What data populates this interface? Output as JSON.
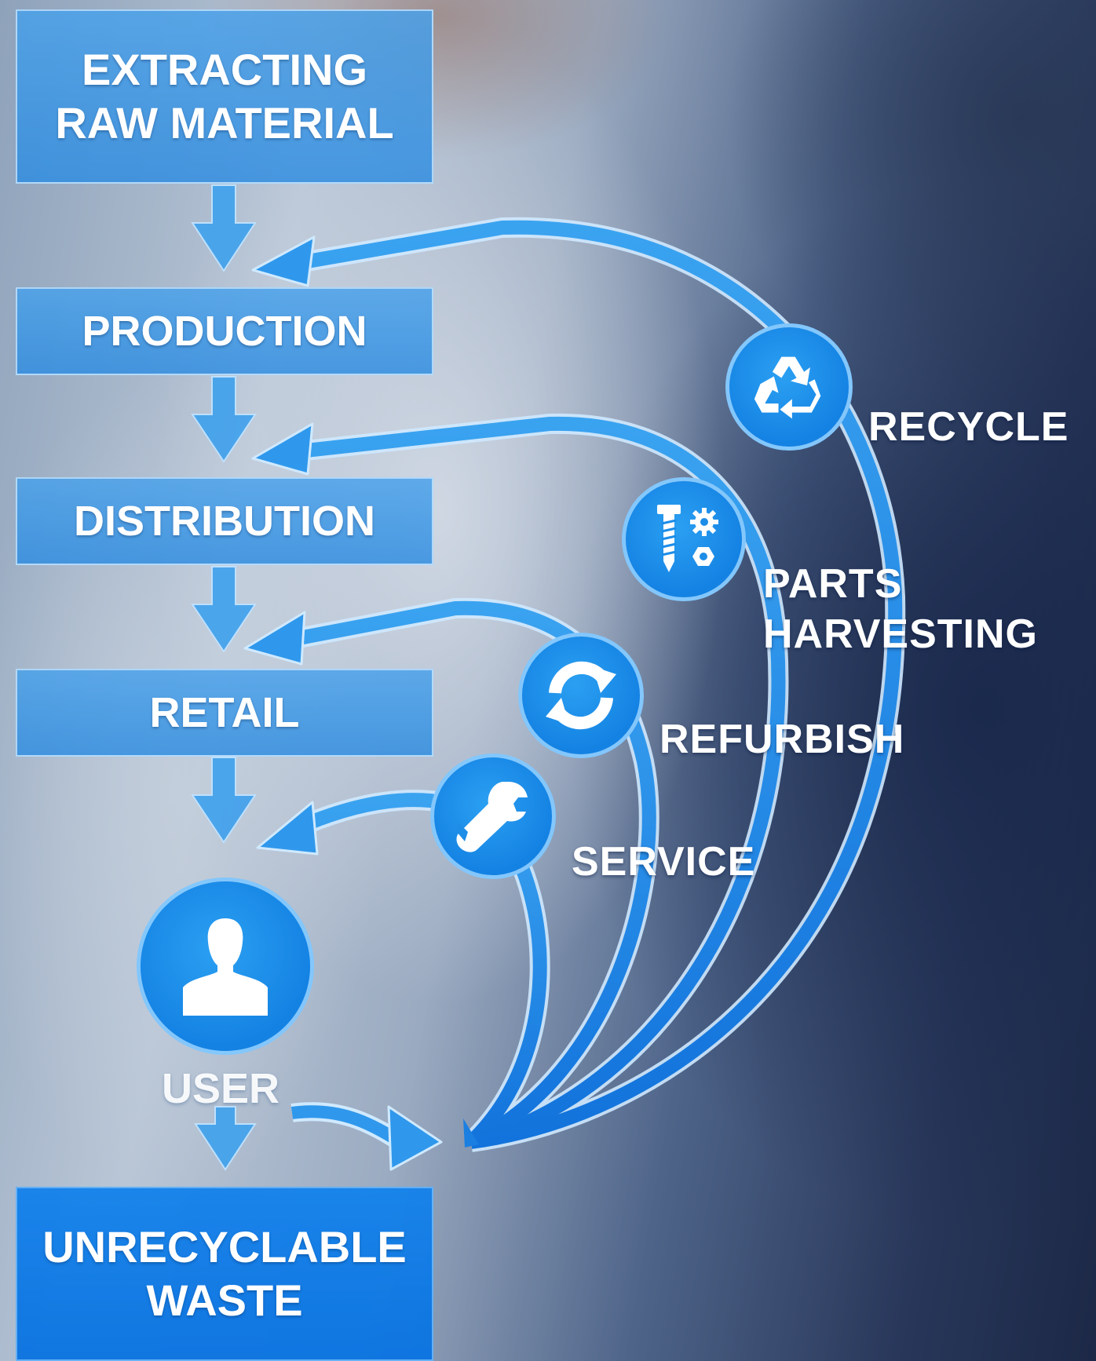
{
  "stages": {
    "extracting": [
      "EXTRACTING",
      "RAW MATERIAL"
    ],
    "production": "PRODUCTION",
    "distribution": "DISTRIBUTION",
    "retail": "RETAIL",
    "waste": [
      "UNRECYCLABLE",
      "WASTE"
    ]
  },
  "user": {
    "label": "USER",
    "icon": "user-silhouette-icon"
  },
  "loops": {
    "recycle": {
      "label": "RECYCLE",
      "icon": "recycle-icon"
    },
    "parts_harvesting": {
      "label_lines": [
        "PARTS",
        "HARVESTING"
      ],
      "icon": "bolt-gear-nut-icon"
    },
    "refurbish": {
      "label": "REFURBISH",
      "icon": "circular-arrows-icon"
    },
    "service": {
      "label": "SERVICE",
      "icon": "wrench-icon"
    }
  },
  "colors": {
    "arrow_blue": "#1f8ee8",
    "arrow_outline": "#cfe9ff",
    "box_blue": "#3a9ae6",
    "waste_blue": "#0f78e0",
    "text": "#ffffff"
  }
}
